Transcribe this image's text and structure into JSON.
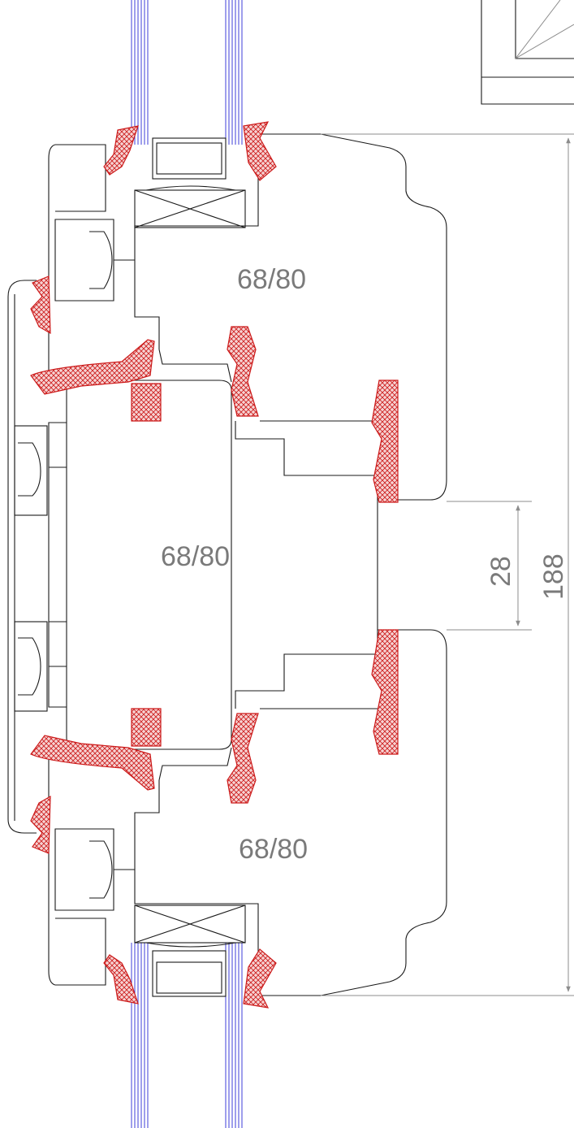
{
  "labels": {
    "sash_top": "68/80",
    "frame_center": "68/80",
    "sash_bottom": "68/80"
  },
  "dimensions": {
    "overlap": "28",
    "total": "188"
  },
  "colors": {
    "outline": "#1a1a1a",
    "seal": "#cc1a1a",
    "glass": "#2b2bd6",
    "dimension": "#8c8c8c",
    "label": "#7a7a7a"
  }
}
